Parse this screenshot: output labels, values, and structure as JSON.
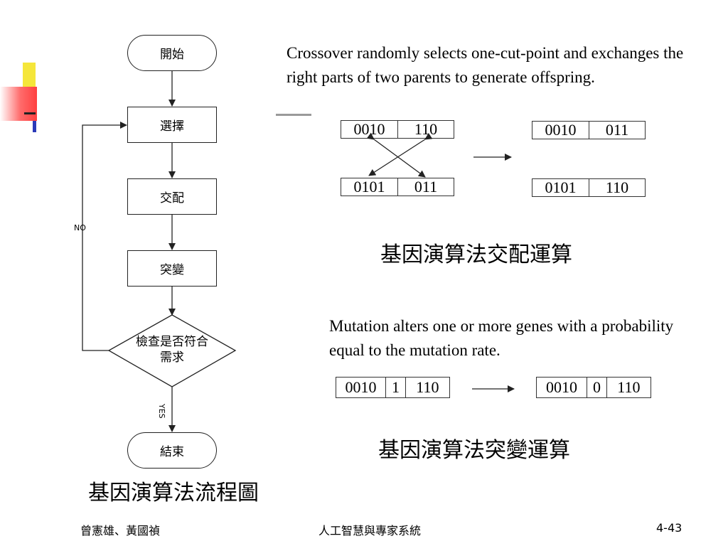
{
  "flowchart": {
    "start": "開始",
    "select": "選擇",
    "crossover": "交配",
    "mutation": "突變",
    "check_line1": "檢查是否符合",
    "check_line2": "需求",
    "end": "結束",
    "no_label": "NO",
    "yes_label": "YES",
    "caption": "基因演算法流程圖"
  },
  "crossover": {
    "description": "Crossover randomly selects one-cut-point and exchanges the right parts of two parents to generate offspring.",
    "parent1": [
      "0010",
      "110"
    ],
    "parent2": [
      "0101",
      "011"
    ],
    "child1": [
      "0010",
      "011"
    ],
    "child2": [
      "0101",
      "110"
    ],
    "caption": "基因演算法交配運算"
  },
  "mutation": {
    "description": "Mutation alters one or more genes with a probability equal to the mutation rate.",
    "before": [
      "0010",
      "1",
      "110"
    ],
    "after": [
      "0010",
      "0",
      "110"
    ],
    "caption": "基因演算法突變運算"
  },
  "footer": {
    "authors": "曾憲雄、黃國禎",
    "course": "人工智慧與專家系統",
    "page": "4-43"
  }
}
